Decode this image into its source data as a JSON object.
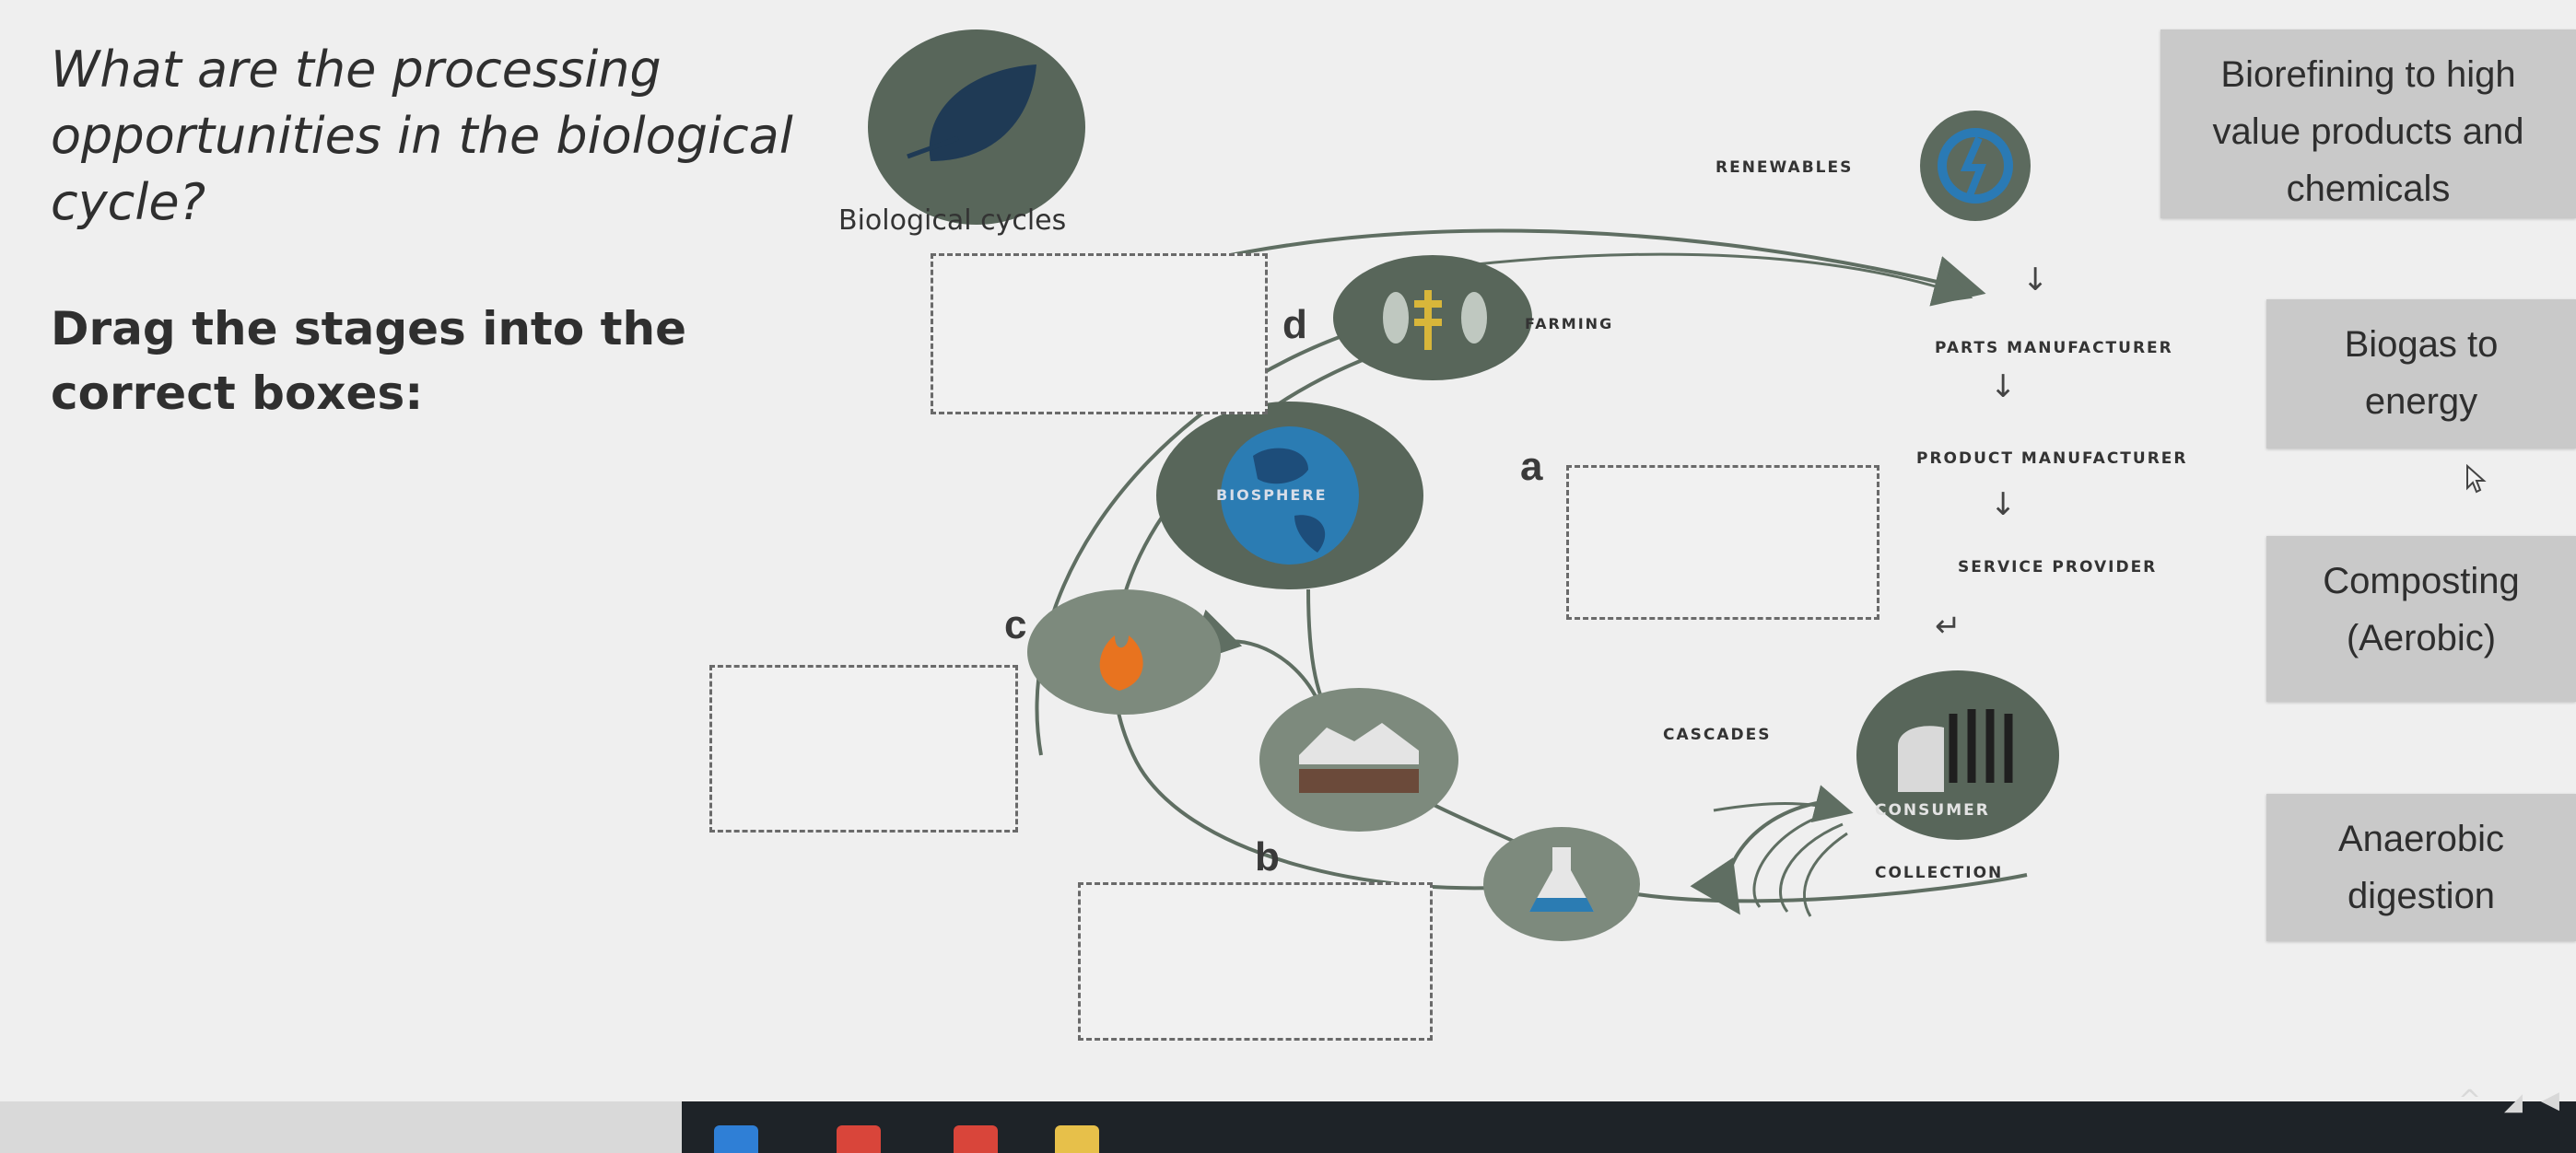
{
  "question": {
    "lines": [
      "What are the processing",
      "opportunities in the biological",
      "cycle?"
    ]
  },
  "instruction": {
    "lines": [
      "Drag the stages into the",
      "correct boxes:"
    ]
  },
  "diagram": {
    "title": "Biological cycles",
    "labels": {
      "renewables": "RENEWABLES",
      "farming": "FARMING",
      "biosphere": "BIOSPHERE",
      "parts_manufacturer": "PARTS MANUFACTURER",
      "product_manufacturer": "PRODUCT MANUFACTURER",
      "service_provider": "SERVICE PROVIDER",
      "cascades": "CASCADES",
      "consumer": "CONSUMER",
      "collection": "COLLECTION"
    },
    "drop_zones": [
      {
        "letter": "d"
      },
      {
        "letter": "a"
      },
      {
        "letter": "c"
      },
      {
        "letter": "b"
      }
    ],
    "colors": {
      "circle_dark": "#58665a",
      "circle_light": "#7d8a7d",
      "biosphere_blue": "#2b7cb3",
      "arrow": "#5f6e62"
    }
  },
  "tiles": [
    {
      "lines": [
        "Biorefining to high",
        "value products and",
        "chemicals"
      ]
    },
    {
      "lines": [
        "Biogas to",
        "energy"
      ]
    },
    {
      "lines": [
        "Composting",
        "(Aerobic)"
      ]
    },
    {
      "lines": [
        "Anaerobic",
        "digestion"
      ]
    }
  ],
  "taskbar": {
    "icons": [
      "edge-icon",
      "chrome-icon",
      "chrome-icon",
      "file-explorer-icon"
    ],
    "tray": [
      "chevron-up-icon",
      "network-icon",
      "speaker-icon"
    ]
  }
}
